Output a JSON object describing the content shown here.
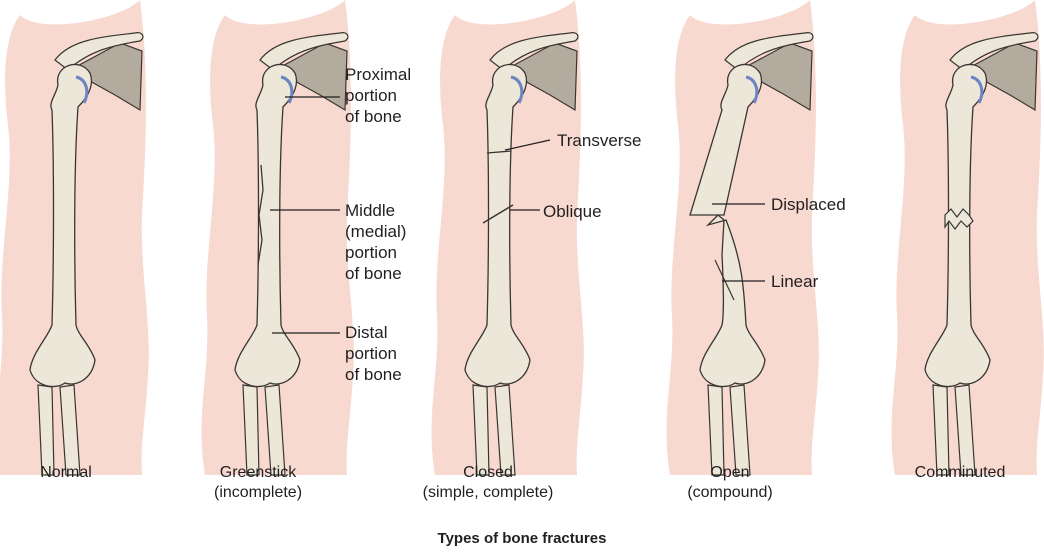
{
  "title": "Types of bone fractures",
  "panels": [
    {
      "caption": "Normal"
    },
    {
      "caption": "Greenstick\n(incomplete)"
    },
    {
      "caption": "Closed\n(simple, complete)"
    },
    {
      "caption": "Open\n(compound)"
    },
    {
      "caption": "Comminuted"
    }
  ],
  "labels": {
    "proximal": "Proximal\nportion\nof bone",
    "middle": "Middle\n(medial)\nportion\nof bone",
    "distal": "Distal\nportion\nof bone",
    "transverse": "Transverse",
    "oblique": "Oblique",
    "displaced": "Displaced",
    "linear": "Linear"
  },
  "colors": {
    "skin": "#f7d9d0",
    "bone": "#ece7d8",
    "bone_outline": "#3a3532",
    "scapula": "#b4ab9f",
    "cartilage": "#6d84c4",
    "text": "#231f20"
  }
}
